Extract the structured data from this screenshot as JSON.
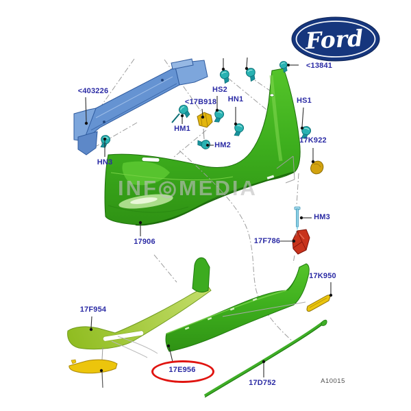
{
  "brand": {
    "logo_text": "Ford"
  },
  "watermark": {
    "text": "INF◎MEDIA"
  },
  "footer": {
    "figure_code": "A10015"
  },
  "colors": {
    "label_blue": "#2a2aa4",
    "highlight_red": "#e01410",
    "ford_blue": "#16367d",
    "bumper_green": "#3dae1d",
    "valance_light_green": "#a4cc33",
    "beam_blue": "#6593d2",
    "clip_teal": "#29b2b2",
    "bracket_yellow": "#e8c40e",
    "reflector_red": "#c8331c",
    "screw_light_blue": "#8fd4e8"
  },
  "parts": {
    "p13841": {
      "label": "<13841"
    },
    "p403226": {
      "label": "<403226"
    },
    "hs2": {
      "label": "HS2"
    },
    "hn1": {
      "label": "HN1"
    },
    "hs1": {
      "label": "HS1"
    },
    "p17b918": {
      "label": "<17B918"
    },
    "hm1": {
      "label": "HM1"
    },
    "hm2": {
      "label": "HM2"
    },
    "hn3": {
      "label": "HN3"
    },
    "p17k922": {
      "label": "17K922"
    },
    "p17906": {
      "label": "17906"
    },
    "hm3": {
      "label": "HM3"
    },
    "p17f786": {
      "label": "17F786"
    },
    "p17k950": {
      "label": "17K950"
    },
    "p17f954": {
      "label": "17F954"
    },
    "p17e956": {
      "label": "17E956",
      "selected": true
    },
    "p17d752": {
      "label": "17D752"
    }
  }
}
